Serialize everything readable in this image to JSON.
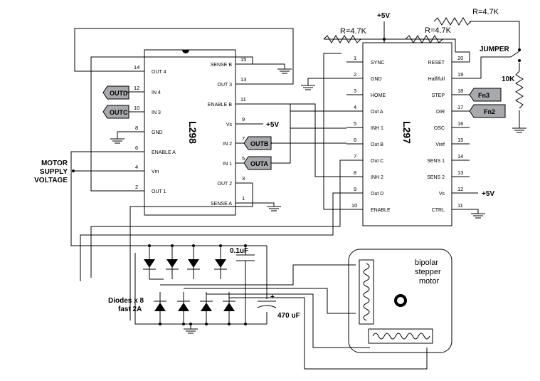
{
  "l298": {
    "name": "L298",
    "left_pins": [
      {
        "num": "14",
        "label": "OUT 4"
      },
      {
        "num": "12",
        "label": "IN 4"
      },
      {
        "num": "10",
        "label": "IN 3"
      },
      {
        "num": "8",
        "label": "GND"
      },
      {
        "num": "6",
        "label": "ENABLE A"
      },
      {
        "num": "4",
        "label": "Vm"
      },
      {
        "num": "2",
        "label": "OUT 1"
      }
    ],
    "right_pins": [
      {
        "num": "15",
        "label": "SENSE B"
      },
      {
        "num": "13",
        "label": "OUT 3"
      },
      {
        "num": "11",
        "label": "ENABLE B"
      },
      {
        "num": "9",
        "label": "Vs"
      },
      {
        "num": "7",
        "label": "IN 2"
      },
      {
        "num": "5",
        "label": "IN 1"
      },
      {
        "num": "3",
        "label": "OUT 2"
      },
      {
        "num": "1",
        "label": "SENSE A"
      }
    ]
  },
  "l297": {
    "name": "L297",
    "left_pins": [
      {
        "num": "1",
        "label": "SYNC"
      },
      {
        "num": "2",
        "label": "GND"
      },
      {
        "num": "3",
        "label": "HOME"
      },
      {
        "num": "4",
        "label": "Out A"
      },
      {
        "num": "5",
        "label": "INH 1"
      },
      {
        "num": "6",
        "label": "Out B"
      },
      {
        "num": "7",
        "label": "Out C"
      },
      {
        "num": "8",
        "label": "INH 2"
      },
      {
        "num": "9",
        "label": "Out D"
      },
      {
        "num": "10",
        "label": "ENABLE"
      }
    ],
    "right_pins": [
      {
        "num": "20",
        "label": "RESET"
      },
      {
        "num": "19",
        "label": "Half/full"
      },
      {
        "num": "18",
        "label": "STEP"
      },
      {
        "num": "17",
        "label": "DIR"
      },
      {
        "num": "16",
        "label": "OSC"
      },
      {
        "num": "15",
        "label": "Vref"
      },
      {
        "num": "14",
        "label": "SENS 1"
      },
      {
        "num": "13",
        "label": "SENS 2"
      },
      {
        "num": "12",
        "label": "Vs"
      },
      {
        "num": "11",
        "label": "CTRL"
      }
    ]
  },
  "tags": {
    "outd": "OUTD",
    "outc": "OUTC",
    "outb": "OUTB",
    "outa": "OUTA",
    "fn3": "Fn3",
    "fn2": "Fn2"
  },
  "labels": {
    "plus5v_top": "+5V",
    "plus5v_vs298": "+5V",
    "plus5v_vs297": "+5V",
    "r1": "R=4.7K",
    "r2": "R=4.7K",
    "r3": "R=4.7K",
    "jumper": "JUMPER",
    "r10k": "10K",
    "motor_supply_1": "MOTOR",
    "motor_supply_2": "SUPPLY",
    "motor_supply_3": "VOLTAGE",
    "cap_small": "0.1uF",
    "cap_big": "470 uF",
    "cap_plus": "+",
    "diodes_1": "Diodes x 8",
    "diodes_2": "fast 2A",
    "motor_1": "bipolar",
    "motor_2": "stepper",
    "motor_3": "motor"
  }
}
